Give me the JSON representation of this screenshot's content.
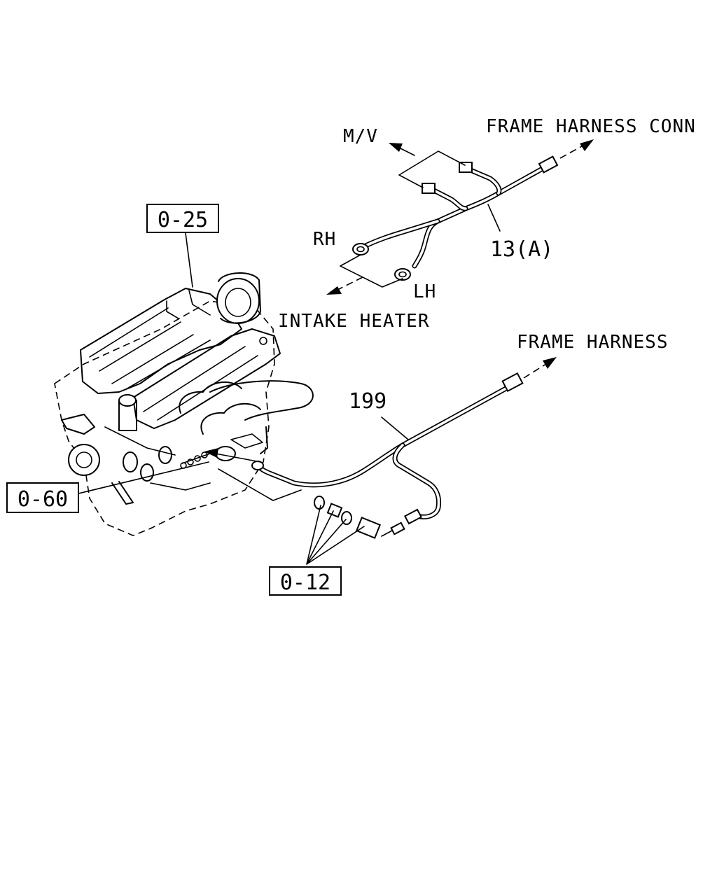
{
  "labels": {
    "mv": "M/V",
    "frame_harness_conn": "FRAME HARNESS CONN",
    "rh": "RH",
    "lh": "LH",
    "part_13a": "13(A)",
    "intake_heater": "INTAKE HEATER",
    "frame_harness": "FRAME HARNESS",
    "part_199": "199"
  },
  "callouts": {
    "c025": "0-25",
    "c060": "0-60",
    "c012": "0-12"
  }
}
